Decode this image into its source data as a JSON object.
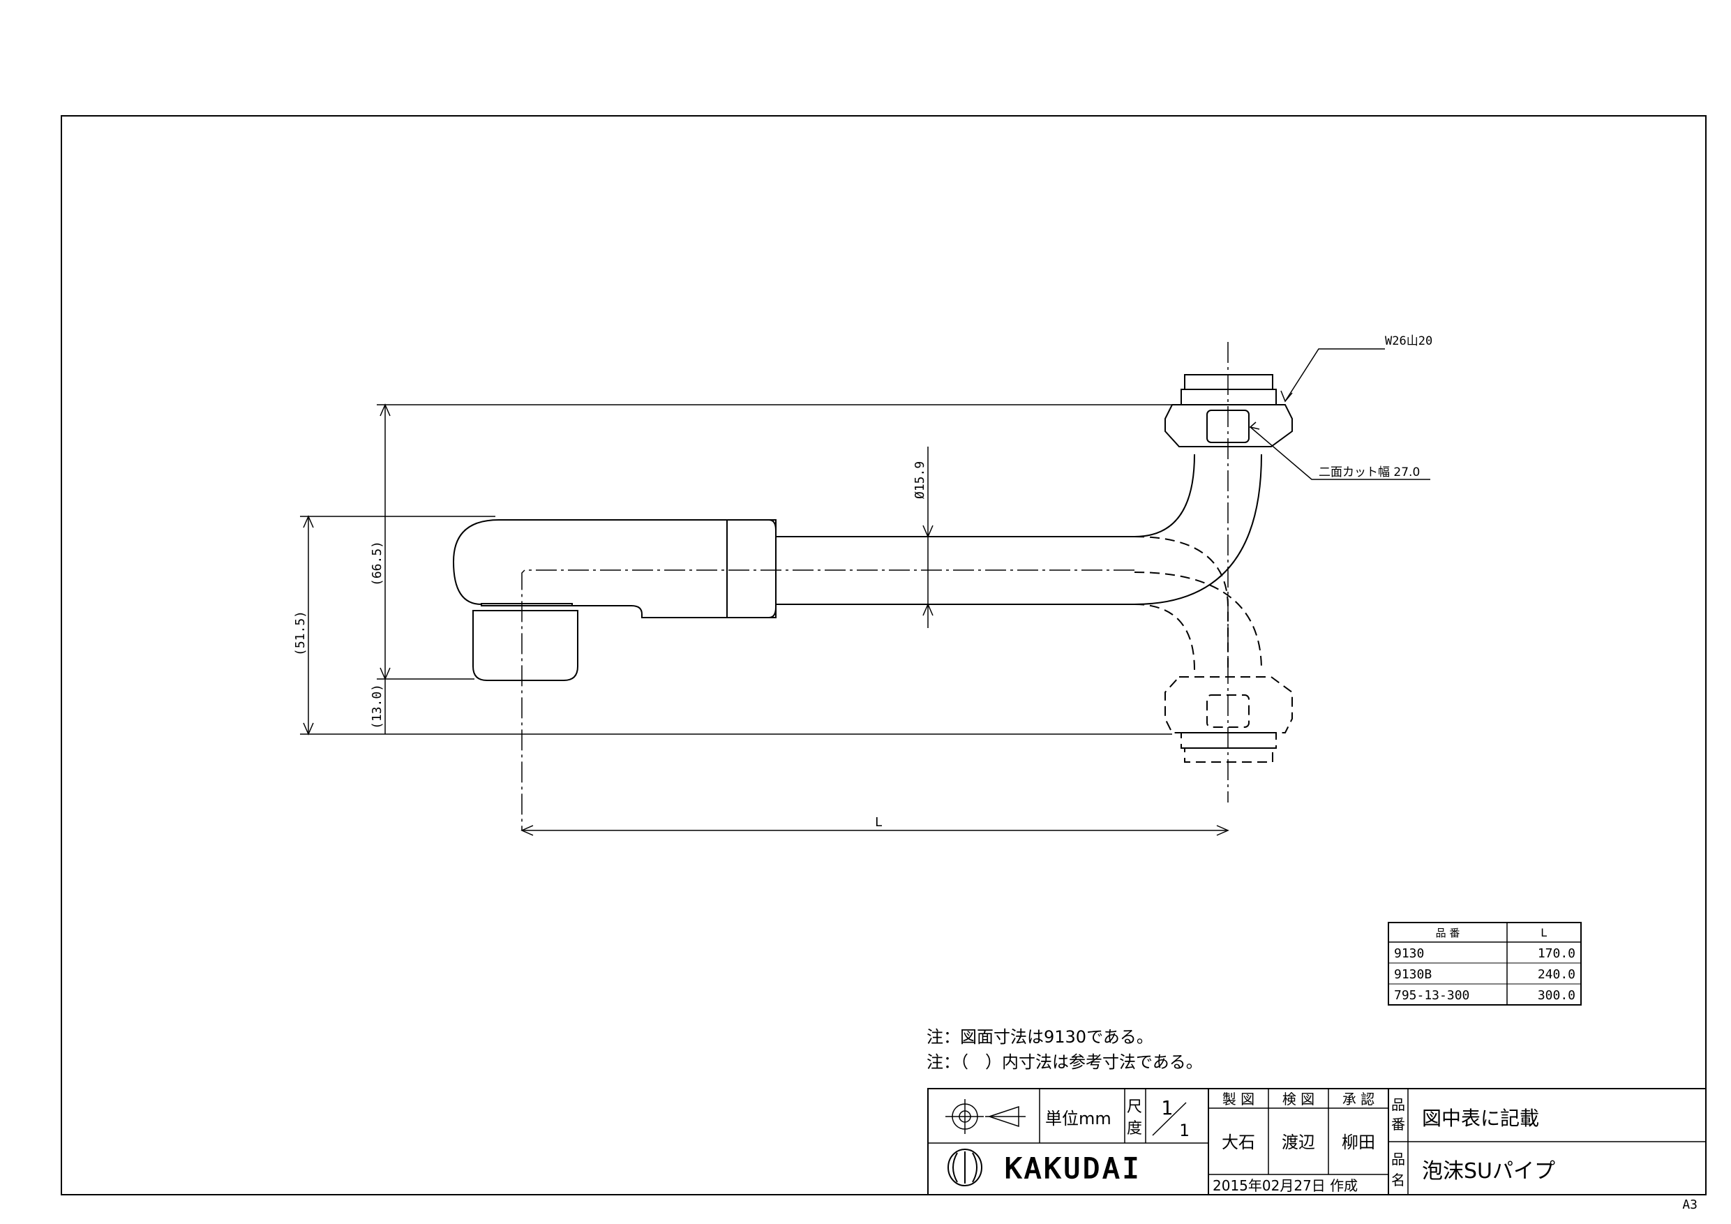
{
  "sheet": {
    "size_label": "A3"
  },
  "dimensions": {
    "thread": "W26山20",
    "flat_width": "二面カット幅 27.0",
    "pipe_diameter": "Ø15.9",
    "height_total": "(66.5)",
    "height_spout": "(51.5)",
    "height_aerator": "(13.0)",
    "length": "L"
  },
  "parts_table": {
    "headers": [
      "品 番",
      "L"
    ],
    "rows": [
      [
        "9130",
        "170.0"
      ],
      [
        "9130B",
        "240.0"
      ],
      [
        "795-13-300",
        "300.0"
      ]
    ]
  },
  "notes": [
    "注：図面寸法は9130である。",
    "注：（　）内寸法は参考寸法である。"
  ],
  "title_block": {
    "unit_label": "単位mm",
    "scale_label_1": "尺",
    "scale_label_2": "度",
    "scale_num": "1",
    "scale_den": "1",
    "roles": [
      "製 図",
      "検 図",
      "承 認"
    ],
    "names": [
      "大石",
      "渡辺",
      "柳田"
    ],
    "part_no_label_1": "品",
    "part_no_label_2": "番",
    "part_no_value": "図中表に記載",
    "name_label_1": "品",
    "name_label_2": "名",
    "name_value": "泡沫SUパイプ",
    "company": "KAKUDAI",
    "date_created": "2015年02月27日 作成"
  }
}
